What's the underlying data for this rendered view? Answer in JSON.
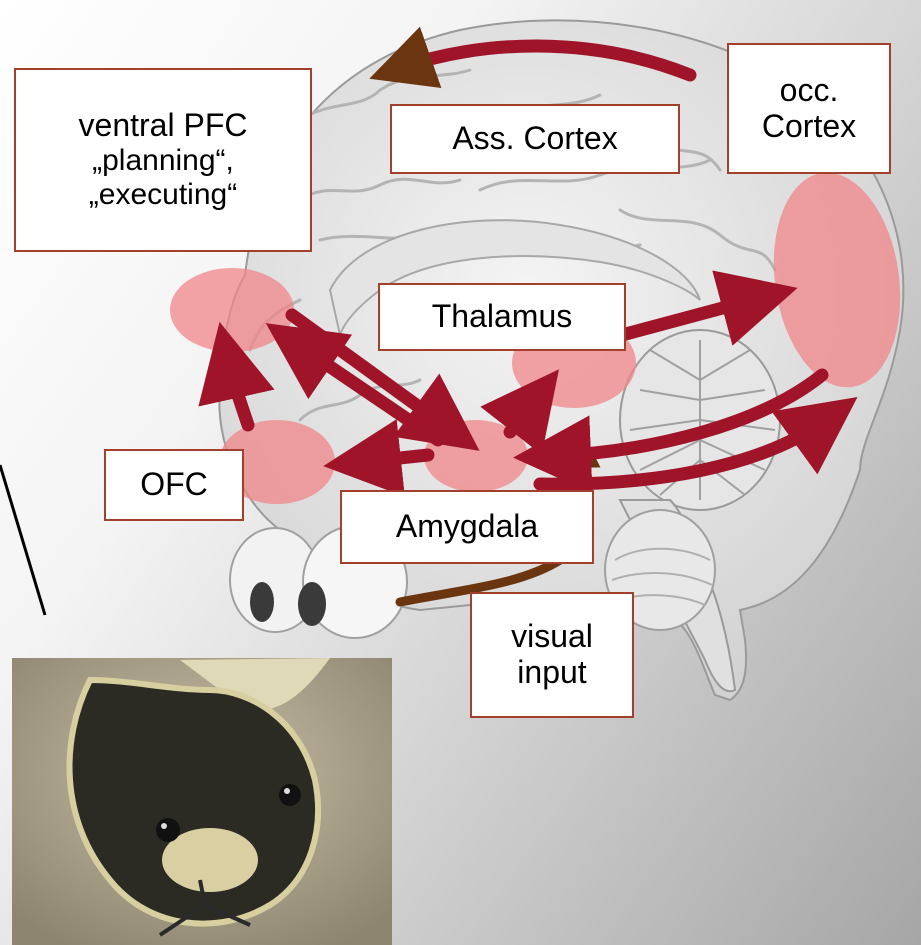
{
  "labels": {
    "ventral_pfc": {
      "line1": "ventral PFC",
      "line2": "„planning“,",
      "line3": "„executing“"
    },
    "ass_cortex": "Ass. Cortex",
    "occ_cortex": {
      "line1": "occ.",
      "line2": "Cortex"
    },
    "thalamus": "Thalamus",
    "ofc": "OFC",
    "amygdala": "Amygdala",
    "visual_input": {
      "line1": "visual",
      "line2": "input"
    }
  },
  "colors": {
    "pathway_arrow": "#a0142a",
    "region_highlight": "#f0868a",
    "visual_pathway": "#6b3510",
    "label_border": "#a3402c"
  },
  "icons": [
    "brain-illustration",
    "snake-photo",
    "eyes-illustration"
  ]
}
